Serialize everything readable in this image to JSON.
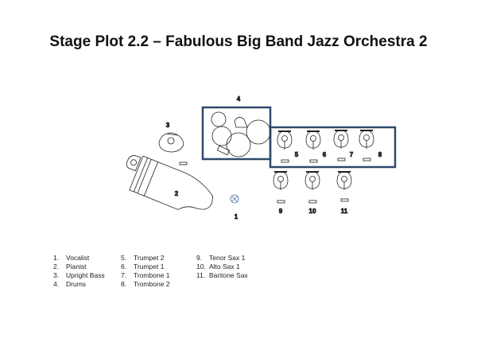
{
  "title": "Stage Plot 2.2 – Fabulous Big Band Jazz Orchestra 2",
  "positions": {
    "vocalist": "1",
    "pianist": "2",
    "bass": "3",
    "drums": "4",
    "tp2": "5",
    "tp1": "6",
    "tb1": "7",
    "tb2": "8",
    "ts1": "9",
    "as1": "10",
    "bs": "11"
  },
  "legend": [
    [
      {
        "n": "1.",
        "label": "Vocalist"
      },
      {
        "n": "2.",
        "label": "Pianist"
      },
      {
        "n": "3.",
        "label": "Upright Bass"
      },
      {
        "n": "4.",
        "label": "Drums"
      }
    ],
    [
      {
        "n": "5.",
        "label": "Trumpet 2"
      },
      {
        "n": "6.",
        "label": "Trumpet 1"
      },
      {
        "n": "7.",
        "label": "Trombone 1"
      },
      {
        "n": "8.",
        "label": "Trombone 2"
      }
    ],
    [
      {
        "n": "9.",
        "label": "Tenor Sax 1"
      },
      {
        "n": "10.",
        "label": "Alto Sax 1"
      },
      {
        "n": "11.",
        "label": "Baritone Sax"
      }
    ]
  ],
  "colors": {
    "riser": "#2e4a6b",
    "mic": "#4a6fa5"
  }
}
